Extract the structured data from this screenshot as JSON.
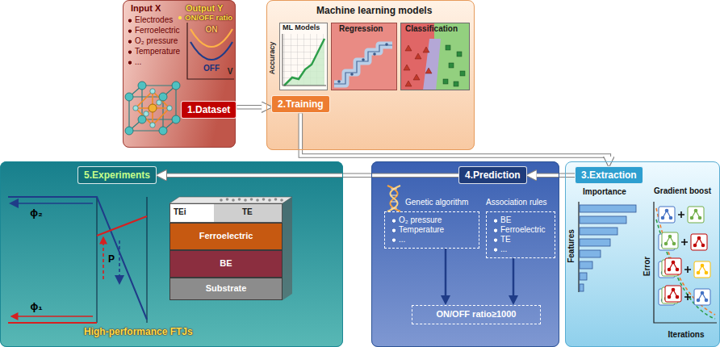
{
  "diagram": {
    "nodes": [
      {
        "text": [
          "Input X",
          "Electrodes",
          "Ferroelectric",
          "O₂ pressure",
          "Temperature",
          "...",
          "Output Y",
          "ON/OFF ratio"
        ]
      },
      {
        "text": [
          "1.Dataset"
        ],
        "in": 0
      },
      {
        "text": [
          "Machine learning models"
        ]
      },
      {
        "text": [
          "ML Models"
        ],
        "in": 2
      },
      {
        "text": [
          "Regression"
        ],
        "in": 2
      },
      {
        "text": [
          "Classification"
        ],
        "in": 2
      },
      {
        "text": [
          "2.Training"
        ],
        "in": 2
      },
      {
        "text": [
          "Importance",
          "Gradient boost"
        ]
      },
      {
        "text": [
          "3.Extraction"
        ],
        "in": 7
      },
      {
        "text": [
          "Genetic algorithm",
          "Association rules"
        ]
      },
      {
        "text": [
          "4.Prediction"
        ],
        "in": 9
      },
      {
        "text": [
          "O₂ pressure",
          "Temperature",
          "..."
        ],
        "in": 9
      },
      {
        "text": [
          "BE",
          "Ferroelectric",
          "TE",
          "..."
        ],
        "in": 9
      },
      {
        "text": [
          "ON/OFF ratio≥1000"
        ],
        "in": 9
      },
      {
        "text": [
          "High-performance FTJs"
        ]
      },
      {
        "text": [
          "5.Experiments"
        ],
        "in": 14
      },
      {
        "text": [
          "TEi",
          "TE"
        ],
        "in": 14
      },
      {
        "text": [
          "Ferroelectric"
        ],
        "in": 14
      },
      {
        "text": [
          "BE"
        ],
        "in": 14
      },
      {
        "text": [
          "Substrate"
        ],
        "in": 14
      }
    ],
    "edges": [
      {
        "from": 1,
        "to": 6,
        "arrow": "to"
      },
      {
        "from": 6,
        "to": 8,
        "arrow": "to"
      },
      {
        "from": 8,
        "to": 10,
        "arrow": "to"
      },
      {
        "from": 10,
        "to": 15,
        "arrow": "to"
      },
      {
        "from": 11,
        "to": 13,
        "arrow": "to"
      },
      {
        "from": 12,
        "to": 13,
        "arrow": "to"
      }
    ],
    "labels": [
      "ON",
      "OFF",
      "V",
      "Accuracy",
      "Features",
      "Error",
      "Iterations",
      "ϕ₂",
      "ϕ₁",
      "P"
    ]
  }
}
